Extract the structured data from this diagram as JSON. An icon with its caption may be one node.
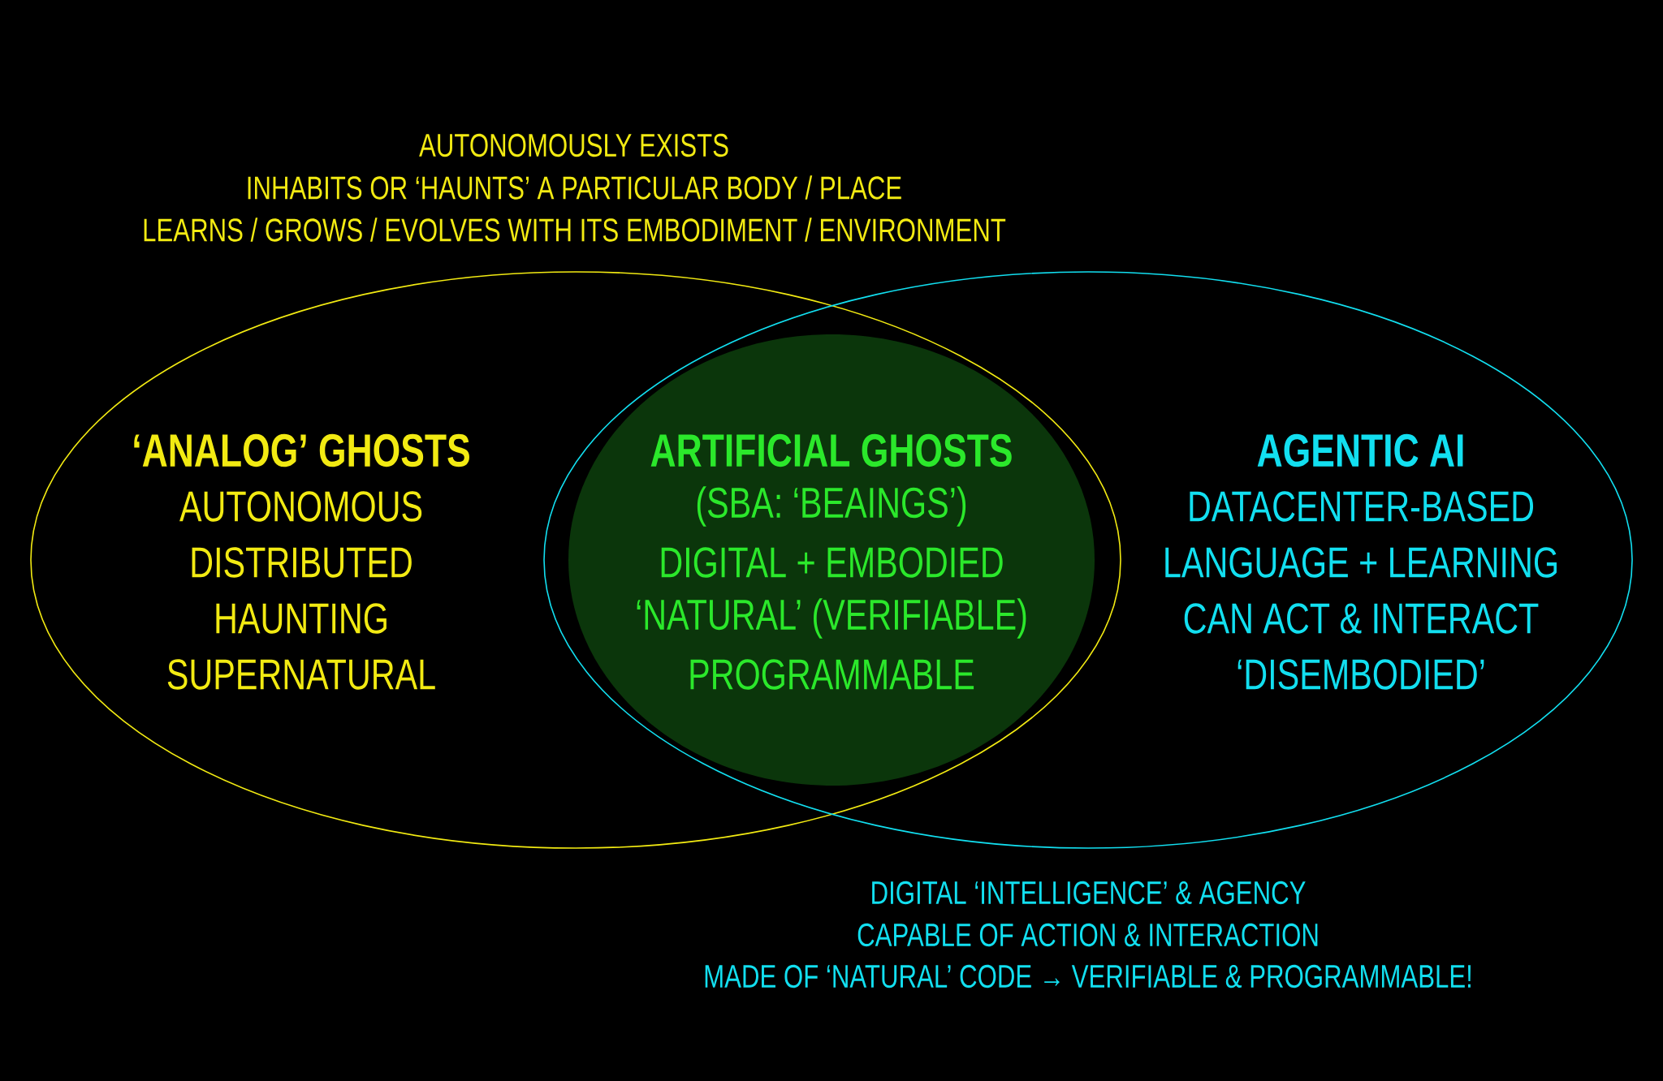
{
  "diagram": {
    "nodes": [
      {
        "text": [
          "‘ANALOG’ GHOSTS",
          "AUTONOMOUS",
          "DISTRIBUTED",
          "HAUNTING",
          "SUPERNATURAL"
        ]
      },
      {
        "text": [
          "AGENTIC AI",
          "DATACENTER-BASED",
          "LANGUAGE + LEARNING",
          "CAN ACT & INTERACT",
          "‘DISEMBODIED’"
        ]
      },
      {
        "text": [
          "ARTIFICIAL GHOSTS",
          "(SBA: ‘BEAINGS’)",
          "DIGITAL + EMBODIED",
          "‘NATURAL’ (VERIFIABLE)",
          "PROGRAMMABLE"
        ]
      }
    ],
    "edges": [],
    "labels": [
      "AUTONOMOUSLY EXISTS",
      "INHABITS OR ‘HAUNTS’ A PARTICULAR BODY / PLACE",
      "LEARNS / GROWS / EVOLVES WITH ITS EMBODIMENT / ENVIRONMENT",
      "DIGITAL ‘INTELLIGENCE’ & AGENCY",
      "CAPABLE OF ACTION & INTERACTION",
      "MADE OF ‘NATURAL’ CODE → VERIFIABLE & PROGRAMMABLE!"
    ]
  }
}
